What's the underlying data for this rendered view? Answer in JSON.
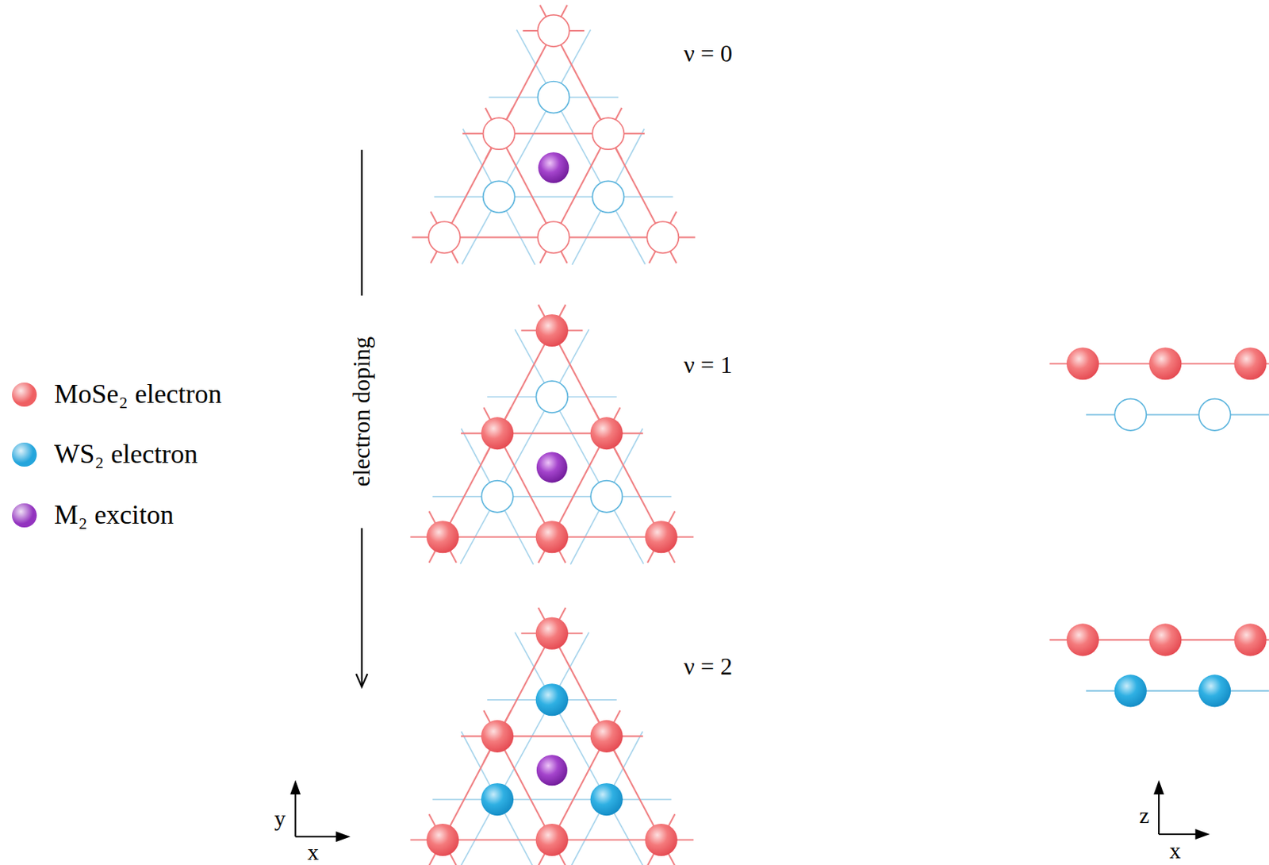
{
  "diagram": {
    "labels": [
      "ν = 0",
      "ν = 1",
      "ν = 2",
      "electron doping",
      "y",
      "x",
      "z",
      "x"
    ],
    "legend": [
      {
        "text": "MoSe₂ electron",
        "color": "#ef5f62"
      },
      {
        "text": "WS₂ electron",
        "color": "#24a5dc"
      },
      {
        "text": "M₂ exciton",
        "color": "#9333bf"
      }
    ]
  }
}
